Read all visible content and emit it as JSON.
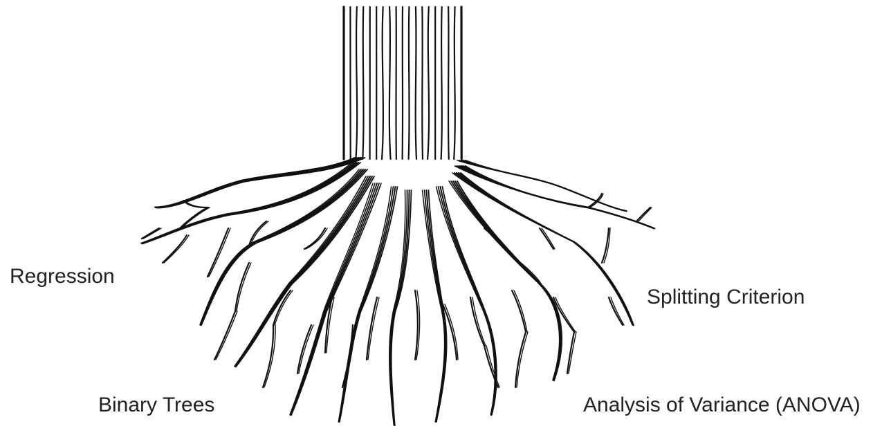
{
  "labels": {
    "regression": "Regression",
    "splitting_criterion": "Splitting Criterion",
    "binary_trees": "Binary Trees",
    "anova": "Analysis of Variance (ANOVA)"
  },
  "colors": {
    "background": "#ffffff",
    "ink": "#111111",
    "text": "#222222"
  },
  "illustration": "tree-roots"
}
